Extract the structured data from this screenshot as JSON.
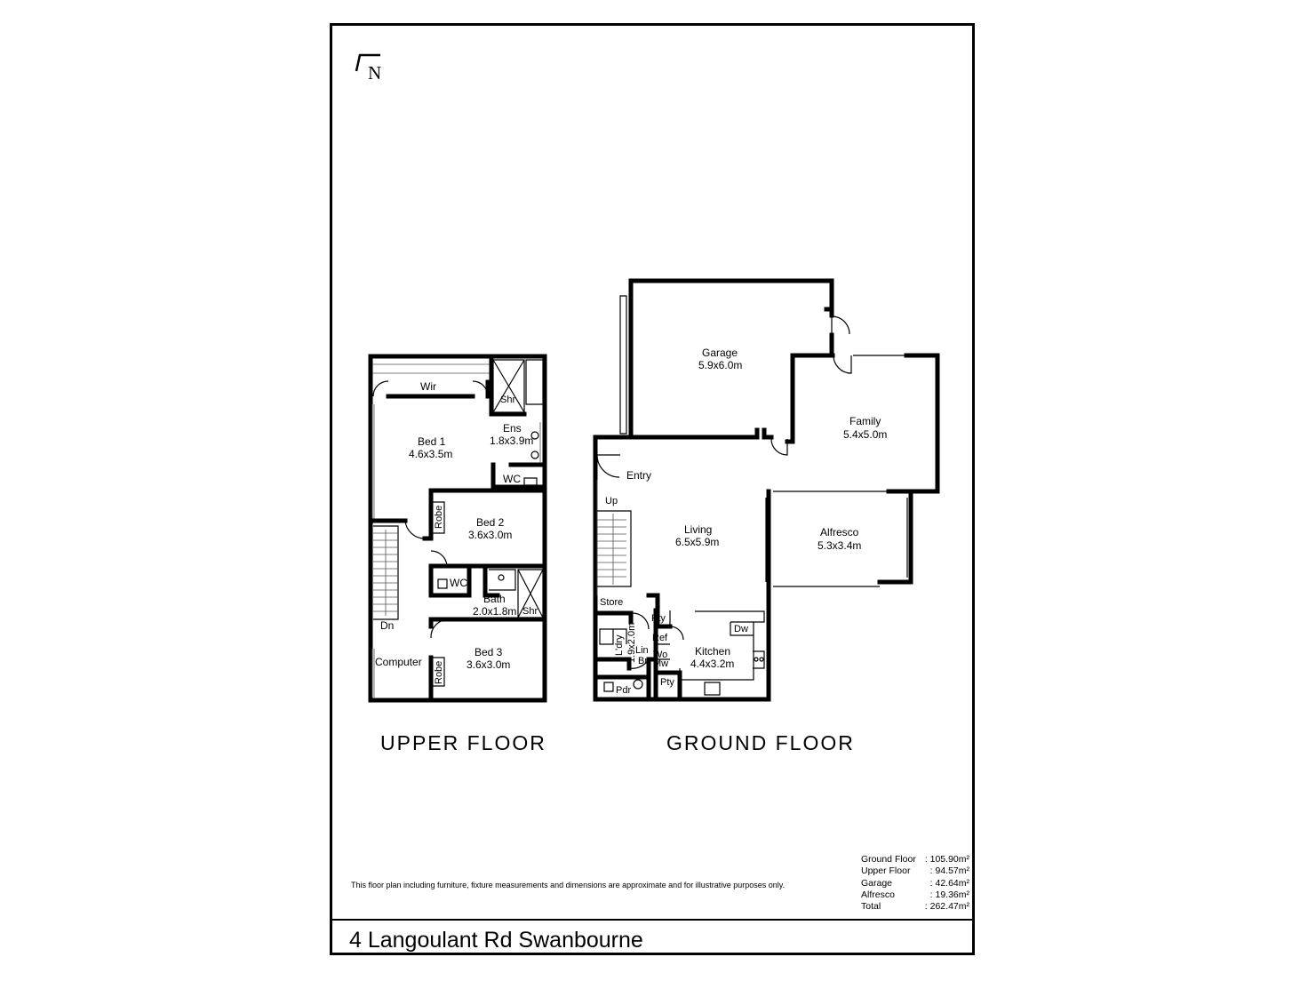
{
  "compass": {
    "letter": "N",
    "icon": "north-arrow-icon"
  },
  "upper_floor": {
    "title": "UPPER FLOOR",
    "rooms": {
      "wir": "Wir",
      "shr_ens": "Shr",
      "ens": "Ens",
      "ens_dim": "1.8x3.9m",
      "bed1": "Bed 1",
      "bed1_dim": "4.6x3.5m",
      "wc_ens": "WC",
      "robe_bed2": "Robe",
      "bed2": "Bed 2",
      "bed2_dim": "3.6x3.0m",
      "wc": "WC",
      "bath": "Bath",
      "bath_dim": "2.0x1.8m",
      "shr_bath": "Shr",
      "dn": "Dn",
      "bed3": "Bed 3",
      "bed3_dim": "3.6x3.0m",
      "computer": "Computer",
      "robe_bed3": "Robe"
    }
  },
  "ground_floor": {
    "title": "GROUND FLOOR",
    "rooms": {
      "garage": "Garage",
      "garage_dim": "5.9x6.0m",
      "family": "Family",
      "family_dim": "5.4x5.0m",
      "entry": "Entry",
      "up": "Up",
      "living": "Living",
      "living_dim": "6.5x5.9m",
      "alfresco": "Alfresco",
      "alfresco_dim": "5.3x3.4m",
      "store": "Store",
      "pty_top": "Pty",
      "dw": "Dw",
      "ref": "Ref",
      "ldry": "L'dry",
      "ldry_dim": "1.9x2.0m",
      "lin": "Lin",
      "br": "Br",
      "wo": "Wo",
      "mw": "Mw",
      "kitchen": "Kitchen",
      "kitchen_dim": "4.4x3.2m",
      "pty_bottom": "Pty",
      "pdr": "Pdr"
    }
  },
  "disclaimer": "This floor plan including furniture, fixture measurements and dimensions are approximate and for illustrative purposes only.",
  "areas": [
    {
      "label": "Ground Floor",
      "value": ": 105.90m²"
    },
    {
      "label": "Upper Floor",
      "value": ":   94.57m²"
    },
    {
      "label": "Garage",
      "value": ":   42.64m²"
    },
    {
      "label": "Alfresco",
      "value": ":   19.36m²"
    },
    {
      "label": "Total",
      "value": ": 262.47m²"
    }
  ],
  "address": "4 Langoulant Rd Swanbourne"
}
